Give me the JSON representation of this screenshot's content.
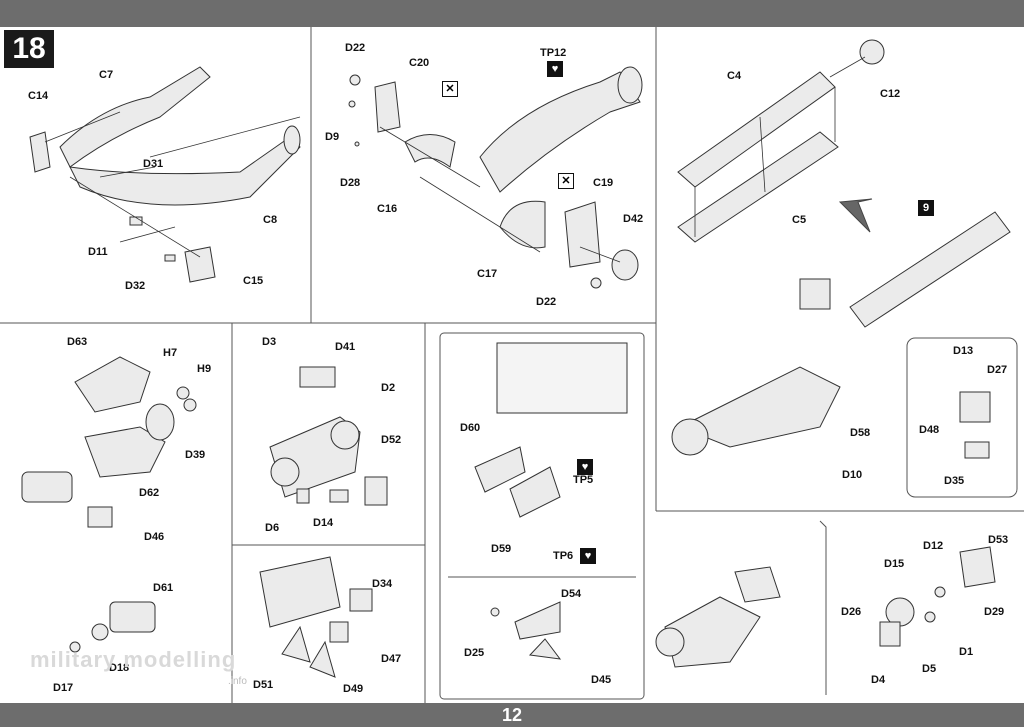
{
  "step_number": "18",
  "page_number": "12",
  "watermark": {
    "brand": "military modelling",
    "suffix": ".info"
  },
  "icons": {
    "paint_icon": "paint-drop-icon",
    "remove_icon": "cross-box-icon",
    "sprue_icon": "sprue-icon"
  },
  "labels": {
    "c14": "C14",
    "c7": "C7",
    "d31": "D31",
    "c8": "C8",
    "d11": "D11",
    "d32": "D32",
    "c15": "C15",
    "d22a": "D22",
    "c20": "C20",
    "tp12": "TP12",
    "d9": "D9",
    "d28": "D28",
    "c16": "C16",
    "c19": "C19",
    "d42": "D42",
    "c17": "C17",
    "d22b": "D22",
    "c4": "C4",
    "c12": "C12",
    "c5": "C5",
    "d13": "D13",
    "d27": "D27",
    "d48": "D48",
    "d35": "D35",
    "d58": "D58",
    "d10": "D10",
    "d63": "D63",
    "h7": "H7",
    "h9": "H9",
    "d39": "D39",
    "d62": "D62",
    "d46": "D46",
    "d61": "D61",
    "d18": "D18",
    "d17": "D17",
    "d3": "D3",
    "d41": "D41",
    "d2": "D2",
    "d52": "D52",
    "d6": "D6",
    "d14": "D14",
    "d34": "D34",
    "d47": "D47",
    "d51": "D51",
    "d49": "D49",
    "d60": "D60",
    "tp5": "TP5",
    "d59": "D59",
    "tp6": "TP6",
    "d54": "D54",
    "d25": "D25",
    "d45": "D45",
    "d12": "D12",
    "d53": "D53",
    "d15": "D15",
    "d26": "D26",
    "d29": "D29",
    "d4": "D4",
    "d5": "D5",
    "d1": "D1"
  },
  "colors": {
    "band": "#6d6d6d",
    "line": "#333333",
    "part": "#e9e9e9"
  }
}
